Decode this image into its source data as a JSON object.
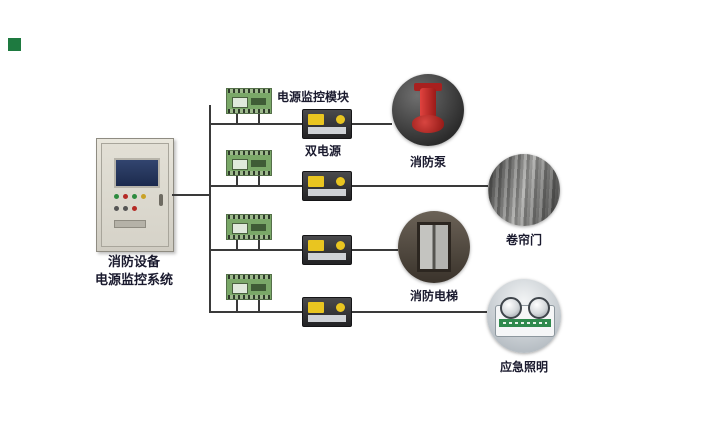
{
  "cabinet": {
    "label_line1": "消防设备",
    "label_line2": "电源监控系统"
  },
  "modules": {
    "label": "电源监控模块",
    "ats_label": "双电源",
    "count": 4
  },
  "loads": [
    {
      "id": "fire-pump",
      "label": "消防泵"
    },
    {
      "id": "roller-door",
      "label": "卷帘门"
    },
    {
      "id": "fire-elevator",
      "label": "消防电梯"
    },
    {
      "id": "emergency-lighting",
      "label": "应急照明"
    }
  ],
  "colors": {
    "module_green": "#7aa868",
    "ats_yellow": "#e9c520",
    "pump_red": "#c1272d",
    "marker_green": "#1e7a40",
    "line": "#3a3a3a",
    "label_text": "#1a1a2e"
  }
}
